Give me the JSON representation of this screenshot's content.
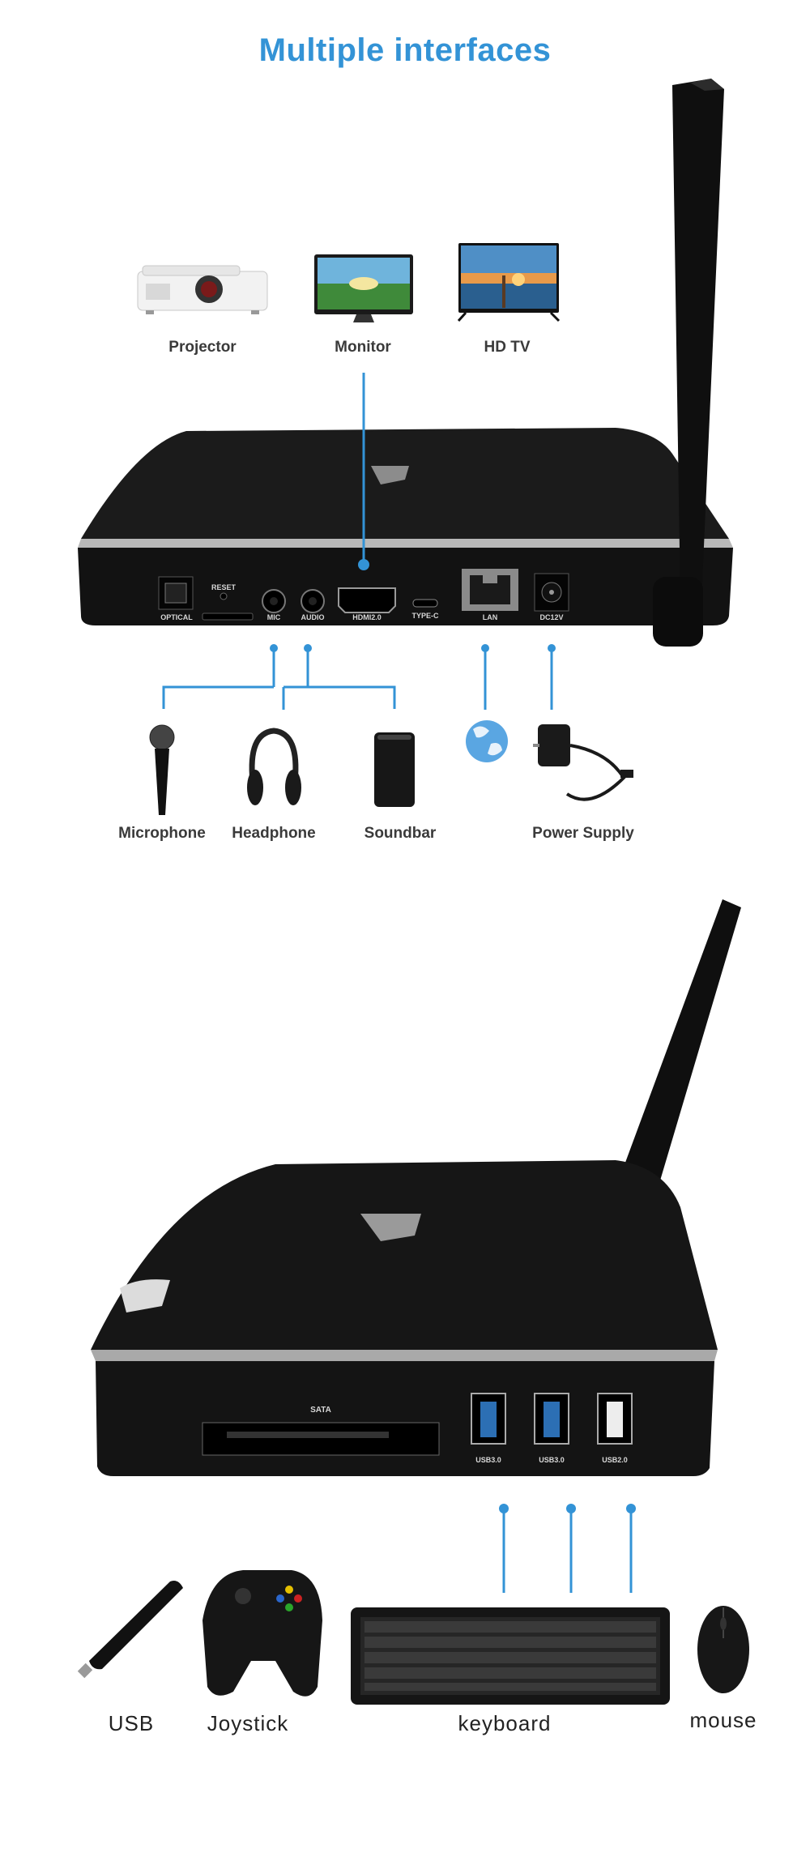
{
  "heading": "Multiple interfaces",
  "top_devices": [
    {
      "name": "Projector",
      "icon": "projector-icon"
    },
    {
      "name": "Monitor",
      "icon": "monitor-icon"
    },
    {
      "name": "HD TV",
      "icon": "hd-tv-icon"
    }
  ],
  "rear_ports": {
    "optical": "OPTICAL",
    "reset": "RESET",
    "mic": "MIC",
    "audio": "AUDIO",
    "hdmi": "HDMI2.0",
    "typec": "TYPE-C",
    "lan": "LAN",
    "dc": "DC12V"
  },
  "rear_devices": [
    {
      "name": "Microphone",
      "icon": "microphone-icon"
    },
    {
      "name": "Headphone",
      "icon": "headphone-icon"
    },
    {
      "name": "Soundbar",
      "icon": "soundbar-icon"
    },
    {
      "name": "",
      "icon": "globe-icon"
    },
    {
      "name": "Power Supply",
      "icon": "power-adapter-icon"
    }
  ],
  "front_ports": {
    "sata": "SATA",
    "usb1": "USB3.0",
    "usb2": "USB3.0",
    "usb3": "USB2.0"
  },
  "bottom_devices": [
    {
      "name": "USB",
      "icon": "usb-stick-icon"
    },
    {
      "name": "Joystick",
      "icon": "gamepad-icon"
    },
    {
      "name": "keyboard",
      "icon": "keyboard-icon"
    },
    {
      "name": "mouse",
      "icon": "mouse-icon"
    }
  ],
  "colors": {
    "accent": "#3393d6",
    "device_body": "#1c1c1c",
    "label_text": "#3a3a3a"
  }
}
